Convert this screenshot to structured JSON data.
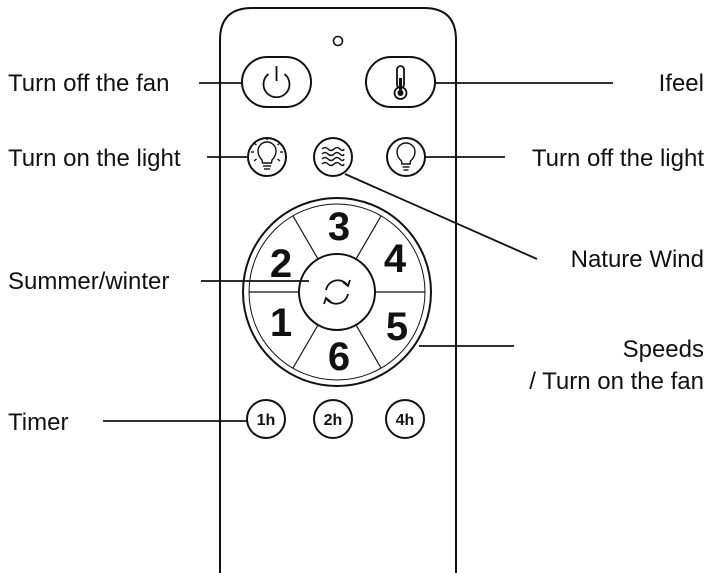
{
  "labels": {
    "turn_off_fan": "Turn off the fan",
    "ifeel": "Ifeel",
    "turn_on_light": "Turn on the light",
    "turn_off_light": "Turn off the light",
    "nature_wind": "Nature Wind",
    "summer_winter": "Summer/winter",
    "speeds_line1": "Speeds",
    "speeds_line2": "/ Turn on the fan",
    "timer": "Timer"
  },
  "speeds": [
    "1",
    "2",
    "3",
    "4",
    "5",
    "6"
  ],
  "timers": [
    "1h",
    "2h",
    "4h"
  ],
  "icons": {
    "power": "power-icon",
    "thermometer": "thermometer-icon",
    "light_on": "light-bulb-on-icon",
    "wind": "wind-waves-icon",
    "light_off": "light-bulb-off-icon",
    "reverse": "reverse-arrows-icon",
    "led": "indicator-led-icon"
  },
  "colors": {
    "ink": "#111111",
    "background": "#ffffff"
  }
}
